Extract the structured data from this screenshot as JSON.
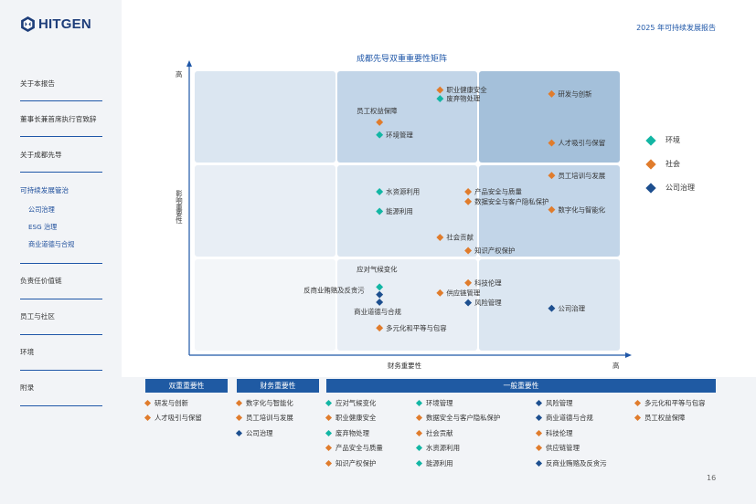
{
  "header": {
    "report_title": "2025 年可持续发展报告",
    "page_number": "16"
  },
  "logo": {
    "text": "HITGEN"
  },
  "sidebar": {
    "items": [
      {
        "label": "关于本报告",
        "active": false
      },
      {
        "label": "董事长兼首席执行官致辞",
        "active": false
      },
      {
        "label": "关于成都先导",
        "active": false
      },
      {
        "label": "可持续发展管治",
        "active": true,
        "sub": [
          "公司治理",
          "ESG 治理",
          "商业道德与合规"
        ]
      },
      {
        "label": "负责任价值链",
        "active": false
      },
      {
        "label": "员工与社区",
        "active": false
      },
      {
        "label": "环境",
        "active": false
      },
      {
        "label": "附录",
        "active": false
      }
    ]
  },
  "colors": {
    "环境": "#13b6a4",
    "社会": "#e07c2c",
    "公司治理": "#1d4f8f",
    "header_blue": "#1f5aa3"
  },
  "chart_data": {
    "type": "scatter",
    "title": "成都先导双重重要性矩阵",
    "xlabel": "财务重要性",
    "ylabel": "影响重要性",
    "x_high_label": "高",
    "y_high_label": "高",
    "xlim": [
      0,
      100
    ],
    "ylim": [
      0,
      100
    ],
    "legend": [
      {
        "name": "环境",
        "color": "#13b6a4"
      },
      {
        "name": "社会",
        "color": "#e07c2c"
      },
      {
        "name": "公司治理",
        "color": "#1d4f8f"
      }
    ],
    "points": [
      {
        "label": "职业健康安全",
        "category": "社会",
        "x": 57.8,
        "y": 93.3
      },
      {
        "label": "废弃物处理",
        "category": "环境",
        "x": 57.8,
        "y": 90.2
      },
      {
        "label": "员工权益保障",
        "category": "社会",
        "x": 43.6,
        "y": 81.8
      },
      {
        "label": "环境管理",
        "category": "环境",
        "x": 43.6,
        "y": 77.3
      },
      {
        "label": "研发与创新",
        "category": "社会",
        "x": 84.0,
        "y": 91.9
      },
      {
        "label": "人才吸引与保留",
        "category": "社会",
        "x": 84.0,
        "y": 74.4
      },
      {
        "label": "员工培训与发展",
        "category": "社会",
        "x": 84.0,
        "y": 62.8
      },
      {
        "label": "水资源利用",
        "category": "环境",
        "x": 43.6,
        "y": 57.0
      },
      {
        "label": "产品安全与质量",
        "category": "社会",
        "x": 64.4,
        "y": 57.0
      },
      {
        "label": "数据安全与客户隐私保护",
        "category": "社会",
        "x": 64.4,
        "y": 53.5
      },
      {
        "label": "能源利用",
        "category": "环境",
        "x": 43.6,
        "y": 50.0
      },
      {
        "label": "数字化与智能化",
        "category": "社会",
        "x": 84.0,
        "y": 50.6
      },
      {
        "label": "社会贡献",
        "category": "社会",
        "x": 57.8,
        "y": 40.7
      },
      {
        "label": "知识产权保护",
        "category": "社会",
        "x": 64.4,
        "y": 36.0
      },
      {
        "label": "应对气候变化",
        "category": "环境",
        "x": 43.6,
        "y": 23.0
      },
      {
        "label": "反商业贿赂及反贪污",
        "category": "公司治理",
        "x": 43.6,
        "y": 20.3
      },
      {
        "label": "商业道德与合规",
        "category": "公司治理",
        "x": 43.6,
        "y": 17.6
      },
      {
        "label": "科技伦理",
        "category": "社会",
        "x": 64.4,
        "y": 24.5
      },
      {
        "label": "供应链管理",
        "category": "社会",
        "x": 57.8,
        "y": 20.9
      },
      {
        "label": "风险管理",
        "category": "公司治理",
        "x": 64.4,
        "y": 17.4
      },
      {
        "label": "公司治理",
        "category": "公司治理",
        "x": 84.0,
        "y": 15.4
      },
      {
        "label": "多元化和平等与包容",
        "category": "社会",
        "x": 43.6,
        "y": 8.4
      }
    ]
  },
  "table": {
    "headers": [
      "双重重要性",
      "财务重要性",
      "一般重要性"
    ],
    "double": [
      {
        "label": "研发与创新",
        "category": "社会"
      },
      {
        "label": "人才吸引与保留",
        "category": "社会"
      }
    ],
    "financial": [
      {
        "label": "数字化与智能化",
        "category": "社会"
      },
      {
        "label": "员工培训与发展",
        "category": "社会"
      },
      {
        "label": "公司治理",
        "category": "公司治理"
      }
    ],
    "general_columns": [
      [
        {
          "label": "应对气候变化",
          "category": "环境"
        },
        {
          "label": "职业健康安全",
          "category": "社会"
        },
        {
          "label": "废弃物处理",
          "category": "环境"
        },
        {
          "label": "产品安全与质量",
          "category": "社会"
        },
        {
          "label": "知识产权保护",
          "category": "社会"
        }
      ],
      [
        {
          "label": "环境管理",
          "category": "环境"
        },
        {
          "label": "数据安全与客户隐私保护",
          "category": "社会"
        },
        {
          "label": "社会贡献",
          "category": "社会"
        },
        {
          "label": "水资源利用",
          "category": "环境"
        },
        {
          "label": "能源利用",
          "category": "环境"
        }
      ],
      [
        {
          "label": "风险管理",
          "category": "公司治理"
        },
        {
          "label": "商业道德与合规",
          "category": "公司治理"
        },
        {
          "label": "科技伦理",
          "category": "社会"
        },
        {
          "label": "供应链管理",
          "category": "社会"
        },
        {
          "label": "反商业贿赂及反贪污",
          "category": "公司治理"
        }
      ],
      [
        {
          "label": "多元化和平等与包容",
          "category": "社会"
        },
        {
          "label": "员工权益保障",
          "category": "社会"
        }
      ]
    ]
  }
}
